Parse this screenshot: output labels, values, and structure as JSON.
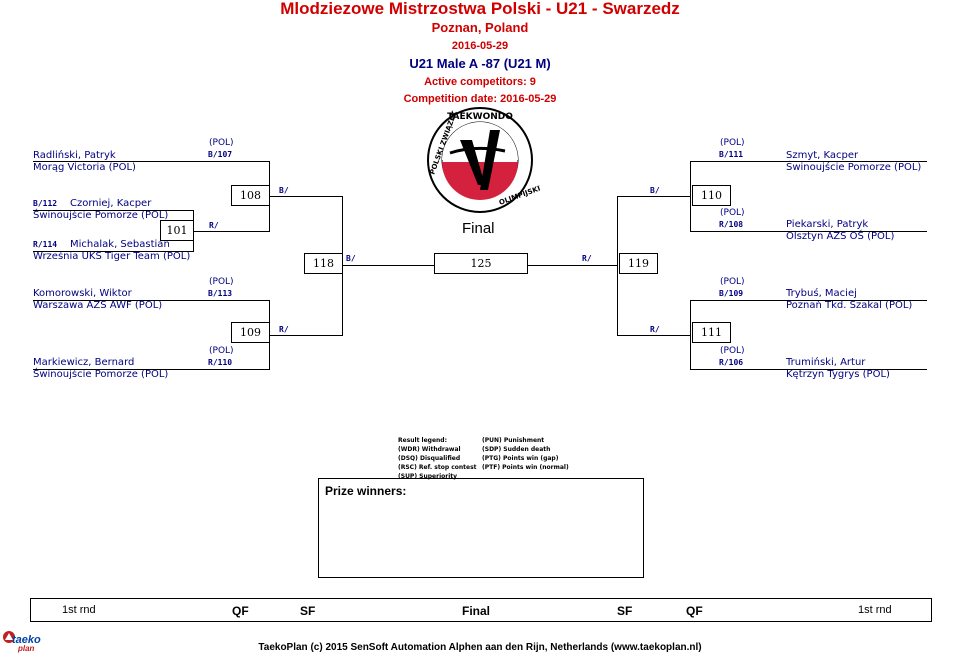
{
  "header": {
    "title": "Mlodziezowe Mistrzostwa Polski - U21 - Swarzedz",
    "city": "Poznan, Poland",
    "date": "2016-05-29",
    "category": "U21 Male A -87 (U21 M)",
    "active": "Active competitors: 9",
    "competition_date": "Competition date: 2016-05-29"
  },
  "logo": {
    "ring_text_top": "TAEKWONDO",
    "ring_text_left": "POLSKI ZWIĄZEK",
    "ring_text_right": "OLIMPIJSKIEGO"
  },
  "left": {
    "p1": {
      "name": "Radliński, Patryk",
      "club": "Morąg Victoria (POL)",
      "pol": "(POL)",
      "code": "B/107"
    },
    "p2": {
      "code": "B/112",
      "name": "Czorniej, Kacper",
      "club": "Świnoujście Pomorze (POL)"
    },
    "p3": {
      "code": "R/114",
      "name": "Michalak, Sebastian",
      "club": "Września UKS Tiger Team (POL)"
    },
    "p4": {
      "name": "Komorowski, Wiktor",
      "club": "Warszawa AZS AWF (POL)",
      "pol": "(POL)",
      "code": "B/113"
    },
    "p5": {
      "name": "Markiewicz, Bernard",
      "club": "Świnoujście Pomorze (POL)",
      "pol": "(POL)",
      "code": "R/110"
    }
  },
  "right": {
    "p1": {
      "name": "Szmyt, Kacper",
      "club": "Świnoujście Pomorze (POL)",
      "pol": "(POL)",
      "code": "B/111"
    },
    "p2": {
      "name": "Piekarski, Patryk",
      "club": "Olsztyn AZS OŚ (POL)",
      "pol": "(POL)",
      "code": "R/108"
    },
    "p3": {
      "name": "Trybuś, Maciej",
      "club": "Poznań Tkd. Szakal (POL)",
      "pol": "(POL)",
      "code": "B/109"
    },
    "p4": {
      "name": "Trumiński, Artur",
      "club": "Kętrzyn Tygrys (POL)",
      "pol": "(POL)",
      "code": "R/106"
    }
  },
  "matches": {
    "m101": "101",
    "m108": "108",
    "m109": "109",
    "m118": "118",
    "m125": "125",
    "m119": "119",
    "m110": "110",
    "m111": "111",
    "final_label": "Final"
  },
  "slots": {
    "r101": "R/",
    "b108": "B/",
    "r109": "R/",
    "b118": "B/",
    "b110": "B/",
    "r119": "R/",
    "r111": "R/"
  },
  "legend": {
    "title": "Result legend:",
    "left": [
      "(WDR) Withdrawal",
      "(DSQ) Disqualified",
      "(RSC) Ref. stop contest",
      "(SUP) Superiority"
    ],
    "right": [
      "(PUN) Punishment",
      "(SDP) Sudden death",
      "(PTG) Points win (gap)",
      "(PTF) Points win (normal)"
    ]
  },
  "prize": {
    "label": "Prize winners:"
  },
  "rounds": [
    "1st rnd",
    "QF",
    "SF",
    "Final",
    "SF",
    "QF",
    "1st rnd"
  ],
  "footer": {
    "text": "TaekoPlan (c) 2015 SenSoft Automation Alphen aan den Rijn, Netherlands (www.taekoplan.nl)",
    "logo_text": "taeko",
    "logo_text2": "plan"
  },
  "colors": {
    "header": "#d00000",
    "names": "#000080",
    "flag_red": "#d4213d"
  }
}
